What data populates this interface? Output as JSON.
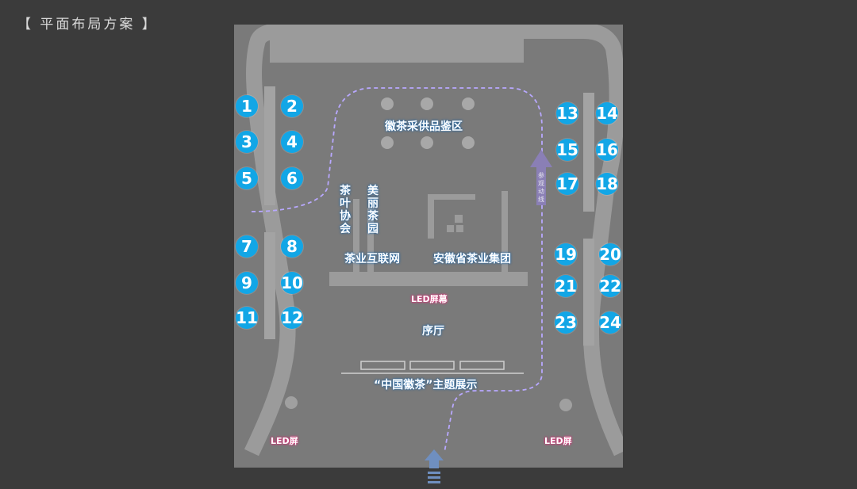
{
  "page": {
    "title": "【 平面布局方案 】"
  },
  "zones": {
    "tasting": "徽茶采供品鉴区",
    "tea_association": "茶叶协会",
    "beautiful_tea_garden": "美丽茶园",
    "tea_internet": "茶业互联网",
    "anhui_tea_group": "安徽省茶业集团",
    "led_screen_main": "LED屏幕",
    "preface_hall": "序厅",
    "theme_exhibition": "“中国徽茶”主题展示",
    "led_left": "LED屏",
    "led_right": "LED屏",
    "route_label": "参观动线"
  },
  "booths": [
    "1",
    "2",
    "3",
    "4",
    "5",
    "6",
    "7",
    "8",
    "9",
    "10",
    "11",
    "12",
    "13",
    "14",
    "15",
    "16",
    "17",
    "18",
    "19",
    "20",
    "21",
    "22",
    "23",
    "24"
  ],
  "colors": {
    "background": "#3b3b3b",
    "floor": "#7a7a7a",
    "wall": "#9a9a9a",
    "booth": "#12a6e6",
    "route": "#b8a8ff",
    "entrance_arrow": "#6f8fc0"
  }
}
